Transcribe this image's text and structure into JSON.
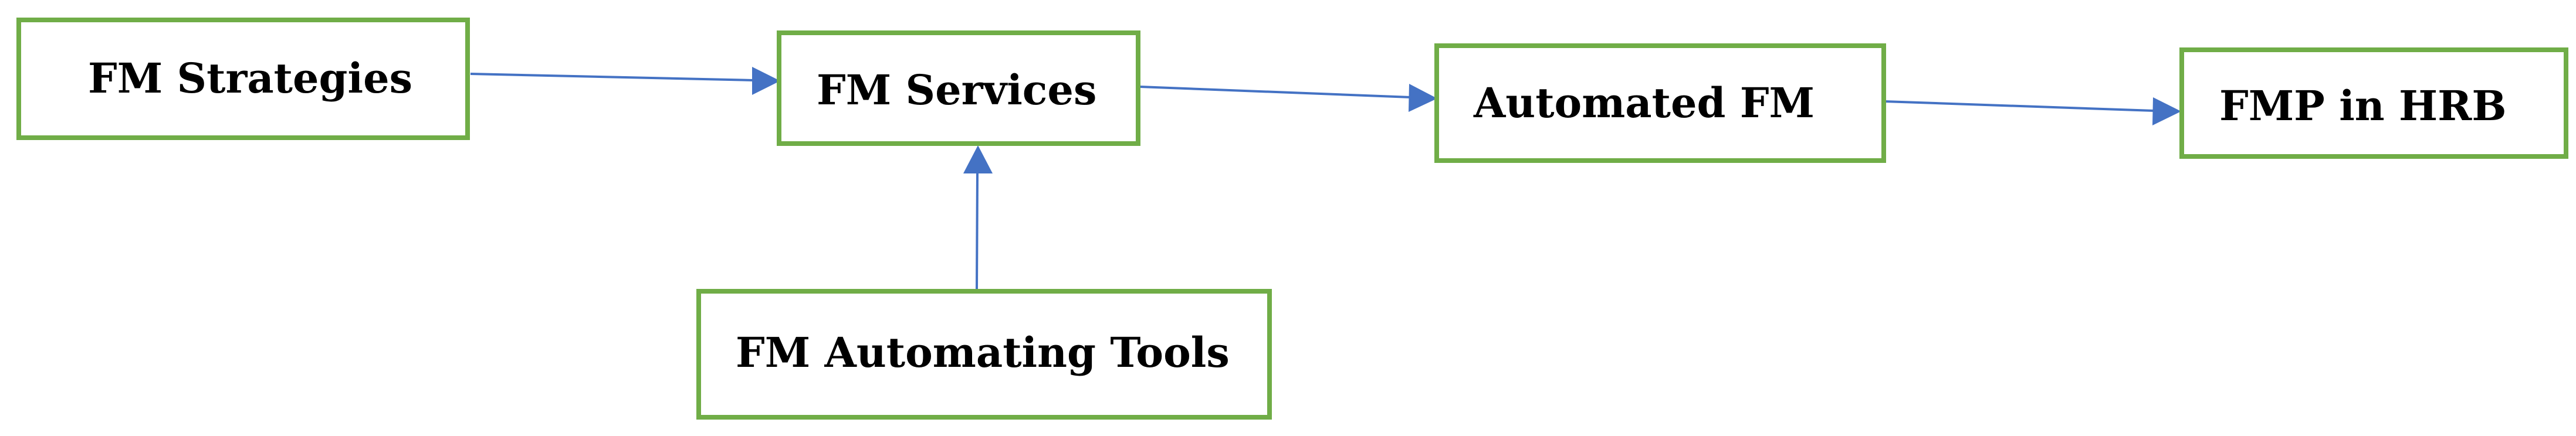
{
  "diagram": {
    "colors": {
      "box_border": "#70ad47",
      "arrow": "#4472c4",
      "text": "#000000"
    },
    "nodes": {
      "fm_strategies": {
        "label": "FM Strategies"
      },
      "fm_services": {
        "label": "FM Services"
      },
      "automated_fm": {
        "label": "Automated FM"
      },
      "fmp_in_hrb": {
        "label": "FMP in HRB"
      },
      "fm_automating_tools": {
        "label": "FM Automating Tools"
      }
    },
    "edges": [
      {
        "from": "FM Strategies",
        "to": "FM Services"
      },
      {
        "from": "FM Automating Tools",
        "to": "FM Services"
      },
      {
        "from": "FM Services",
        "to": "Automated FM"
      },
      {
        "from": "Automated FM",
        "to": "FMP in HRB"
      }
    ]
  }
}
